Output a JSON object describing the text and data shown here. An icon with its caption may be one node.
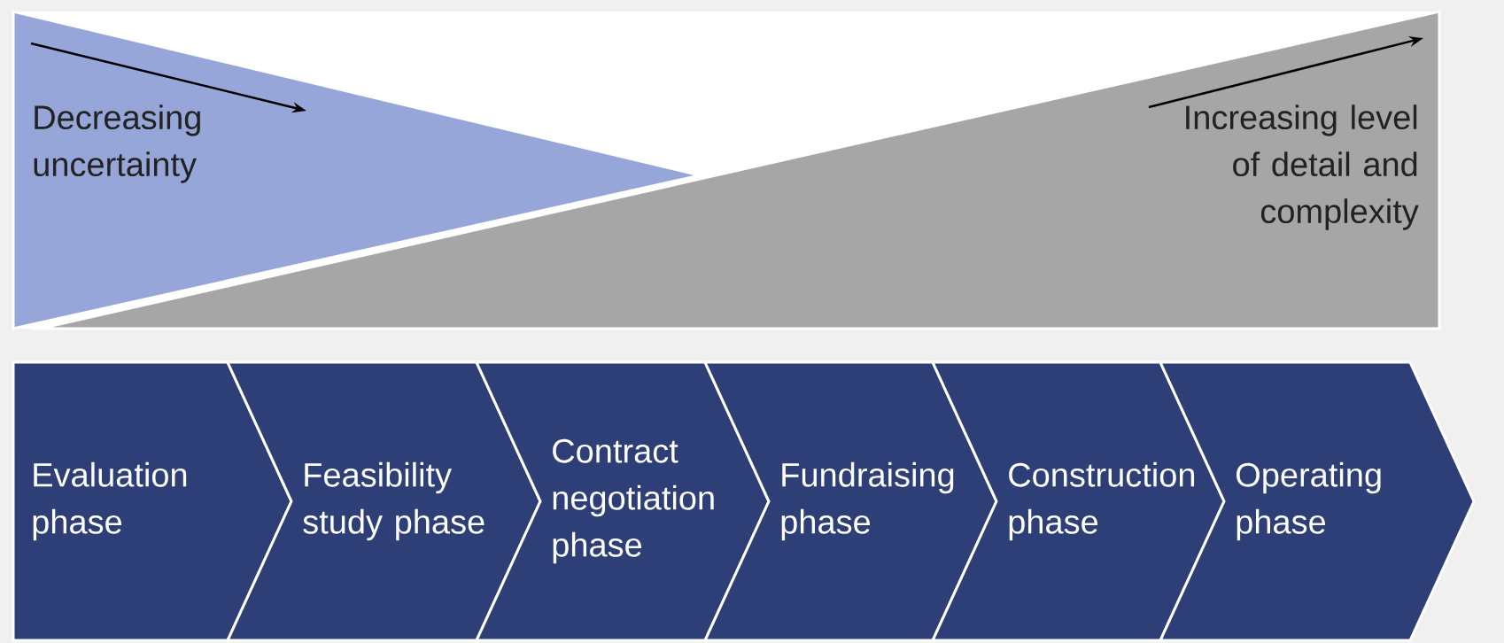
{
  "diagram": {
    "nodes": [
      {
        "text": [
          "Decreasing uncertainty"
        ]
      },
      {
        "text": [
          "Increasing level of detail and complexity"
        ]
      },
      {
        "text": [
          "Evaluation phase"
        ]
      },
      {
        "text": [
          "Feasibility study phase"
        ]
      },
      {
        "text": [
          "Contract negotiation phase"
        ]
      },
      {
        "text": [
          "Fundraising phase"
        ]
      },
      {
        "text": [
          "Construction phase"
        ]
      },
      {
        "text": [
          "Operating phase"
        ]
      }
    ]
  }
}
